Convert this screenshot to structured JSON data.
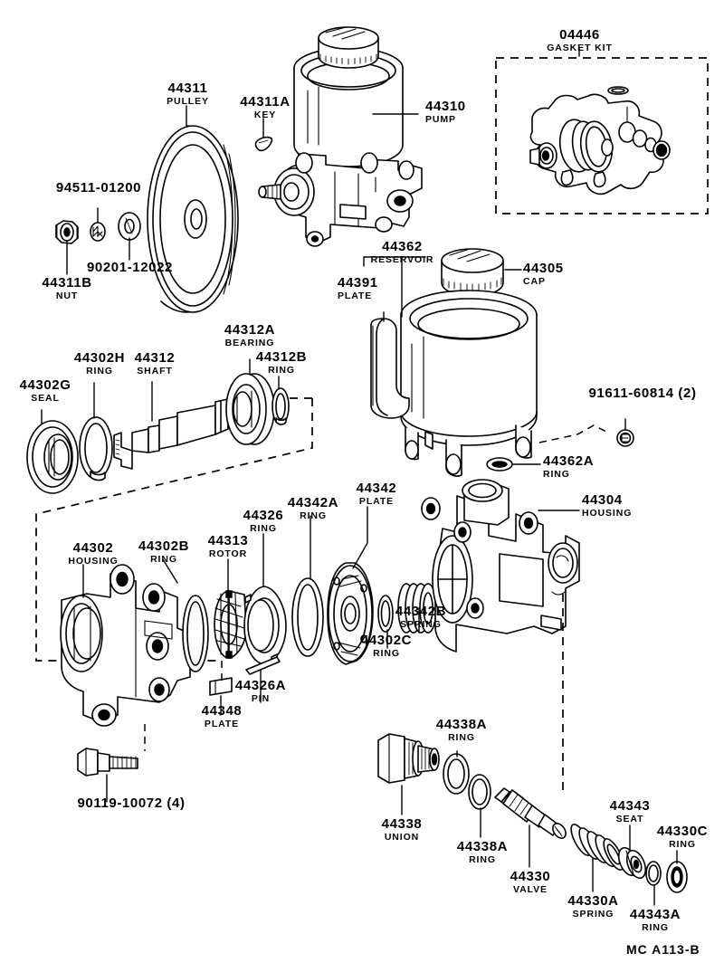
{
  "diagram": {
    "title": "Power Steering Vane Pump Exploded Parts Diagram",
    "sheet_code": "MC  A113-B",
    "line_color": "#000000",
    "background_color": "#ffffff"
  },
  "groups": {
    "gasket_kit": {
      "number": "04446",
      "name": "GASKET KIT"
    },
    "reservoir_bracket": {
      "number": "44362",
      "name": "RESERVOIR"
    }
  },
  "callouts": [
    {
      "id": "pulley",
      "number": "44311",
      "name": "PULLEY"
    },
    {
      "id": "key",
      "number": "44311A",
      "name": "KEY"
    },
    {
      "id": "pump",
      "number": "44310",
      "name": "PUMP"
    },
    {
      "id": "gasket-kit",
      "number": "04446",
      "name": "GASKET KIT"
    },
    {
      "id": "washer",
      "number": "94511-01200",
      "name": ""
    },
    {
      "id": "plate-washer",
      "number": "90201-12022",
      "name": ""
    },
    {
      "id": "nut",
      "number": "44311B",
      "name": "NUT"
    },
    {
      "id": "reservoir",
      "number": "44362",
      "name": "RESERVOIR"
    },
    {
      "id": "plate-44391",
      "number": "44391",
      "name": "PLATE"
    },
    {
      "id": "cap",
      "number": "44305",
      "name": "CAP"
    },
    {
      "id": "bolt-91611",
      "number": "91611-60814 (2)",
      "name": ""
    },
    {
      "id": "ring-44362a",
      "number": "44362A",
      "name": "RING"
    },
    {
      "id": "bearing",
      "number": "44312A",
      "name": "BEARING"
    },
    {
      "id": "ring-44312b",
      "number": "44312B",
      "name": "RING"
    },
    {
      "id": "ring-44302h",
      "number": "44302H",
      "name": "RING"
    },
    {
      "id": "shaft",
      "number": "44312",
      "name": "SHAFT"
    },
    {
      "id": "seal-44302g",
      "number": "44302G",
      "name": "SEAL"
    },
    {
      "id": "housing-44304",
      "number": "44304",
      "name": "HOUSING"
    },
    {
      "id": "plate-44342",
      "number": "44342",
      "name": "PLATE"
    },
    {
      "id": "ring-44342a",
      "number": "44342A",
      "name": "RING"
    },
    {
      "id": "ring-44326",
      "number": "44326",
      "name": "RING"
    },
    {
      "id": "rotor",
      "number": "44313",
      "name": "ROTOR"
    },
    {
      "id": "ring-44302b",
      "number": "44302B",
      "name": "RING"
    },
    {
      "id": "housing-44302",
      "number": "44302",
      "name": "HOUSING"
    },
    {
      "id": "spring-44342b",
      "number": "44342B",
      "name": "SPRING"
    },
    {
      "id": "ring-44302c",
      "number": "44302C",
      "name": "RING"
    },
    {
      "id": "pin-44326a",
      "number": "44326A",
      "name": "PIN"
    },
    {
      "id": "plate-44348",
      "number": "44348",
      "name": "PLATE"
    },
    {
      "id": "bolt-90119",
      "number": "90119-10072 (4)",
      "name": ""
    },
    {
      "id": "ring-44338a-top",
      "number": "44338A",
      "name": "RING"
    },
    {
      "id": "union",
      "number": "44338",
      "name": "UNION"
    },
    {
      "id": "ring-44338a-bot",
      "number": "44338A",
      "name": "RING"
    },
    {
      "id": "valve",
      "number": "44330",
      "name": "VALVE"
    },
    {
      "id": "spring-44330a",
      "number": "44330A",
      "name": "SPRING"
    },
    {
      "id": "seat-44343",
      "number": "44343",
      "name": "SEAT"
    },
    {
      "id": "ring-44330c",
      "number": "44330C",
      "name": "RING"
    },
    {
      "id": "ring-44343a",
      "number": "44343A",
      "name": "RING"
    }
  ]
}
